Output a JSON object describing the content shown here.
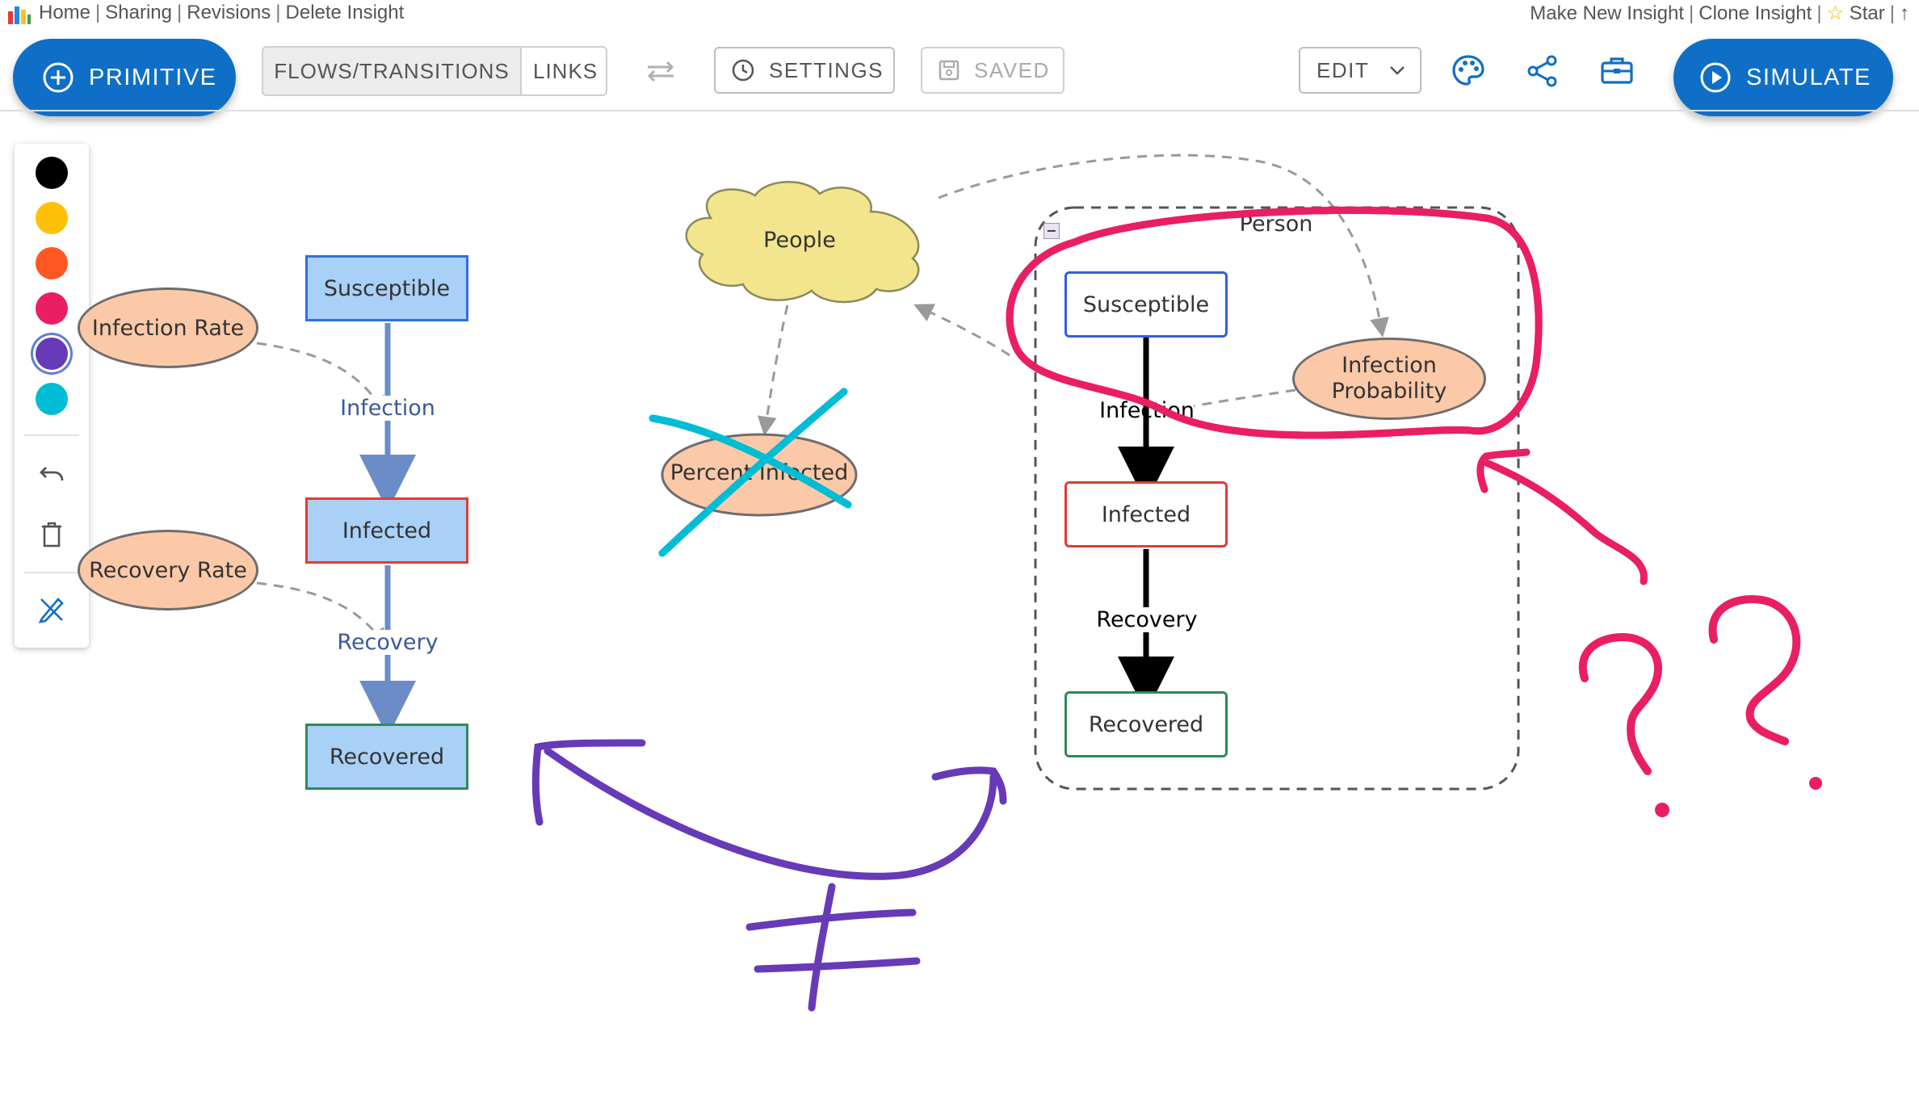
{
  "header": {
    "left_links": [
      "Home",
      "Sharing",
      "Revisions",
      "Delete Insight"
    ],
    "right_links": [
      "Make New Insight",
      "Clone Insight"
    ],
    "star_label": "Star",
    "arrow_label": "↑"
  },
  "toolbar": {
    "primitive_label": "PRIMITIVE",
    "flows_label": "FLOWS/TRANSITIONS",
    "links_label": "LINKS",
    "settings_label": "SETTINGS",
    "saved_label": "SAVED",
    "edit_label": "EDIT",
    "simulate_label": "SIMULATE"
  },
  "palette": {
    "colors": [
      "#000000",
      "#ffc107",
      "#ff5722",
      "#e91e63",
      "#673ab7",
      "#00bcd4"
    ],
    "selected_color": "#673ab7",
    "icons": [
      "undo-icon",
      "trash-icon",
      "draw-pen-icon"
    ]
  },
  "left_model": {
    "stocks": [
      "Susceptible",
      "Infected",
      "Recovered"
    ],
    "flows": [
      "Infection",
      "Recovery"
    ],
    "variables": [
      "Infection Rate",
      "Recovery Rate"
    ]
  },
  "middle_model": {
    "population": "People",
    "variable": "Percent Infected"
  },
  "agent": {
    "folder_label": "Person",
    "collapse_label": "−",
    "states": [
      "Susceptible",
      "Infected",
      "Recovered"
    ],
    "transitions": [
      "Infection",
      "Recovery"
    ],
    "variable_line1": "Infection",
    "variable_line2": "Probability"
  },
  "colors": {
    "primary": "#0f6fc6",
    "ink_pink": "#e91e63",
    "ink_purple": "#673ab7",
    "ink_cyan": "#00bcd4",
    "stock_fill": "#a9d1f7",
    "variable_fill": "#fcc9a8",
    "cloud_fill": "#f2e58d"
  }
}
